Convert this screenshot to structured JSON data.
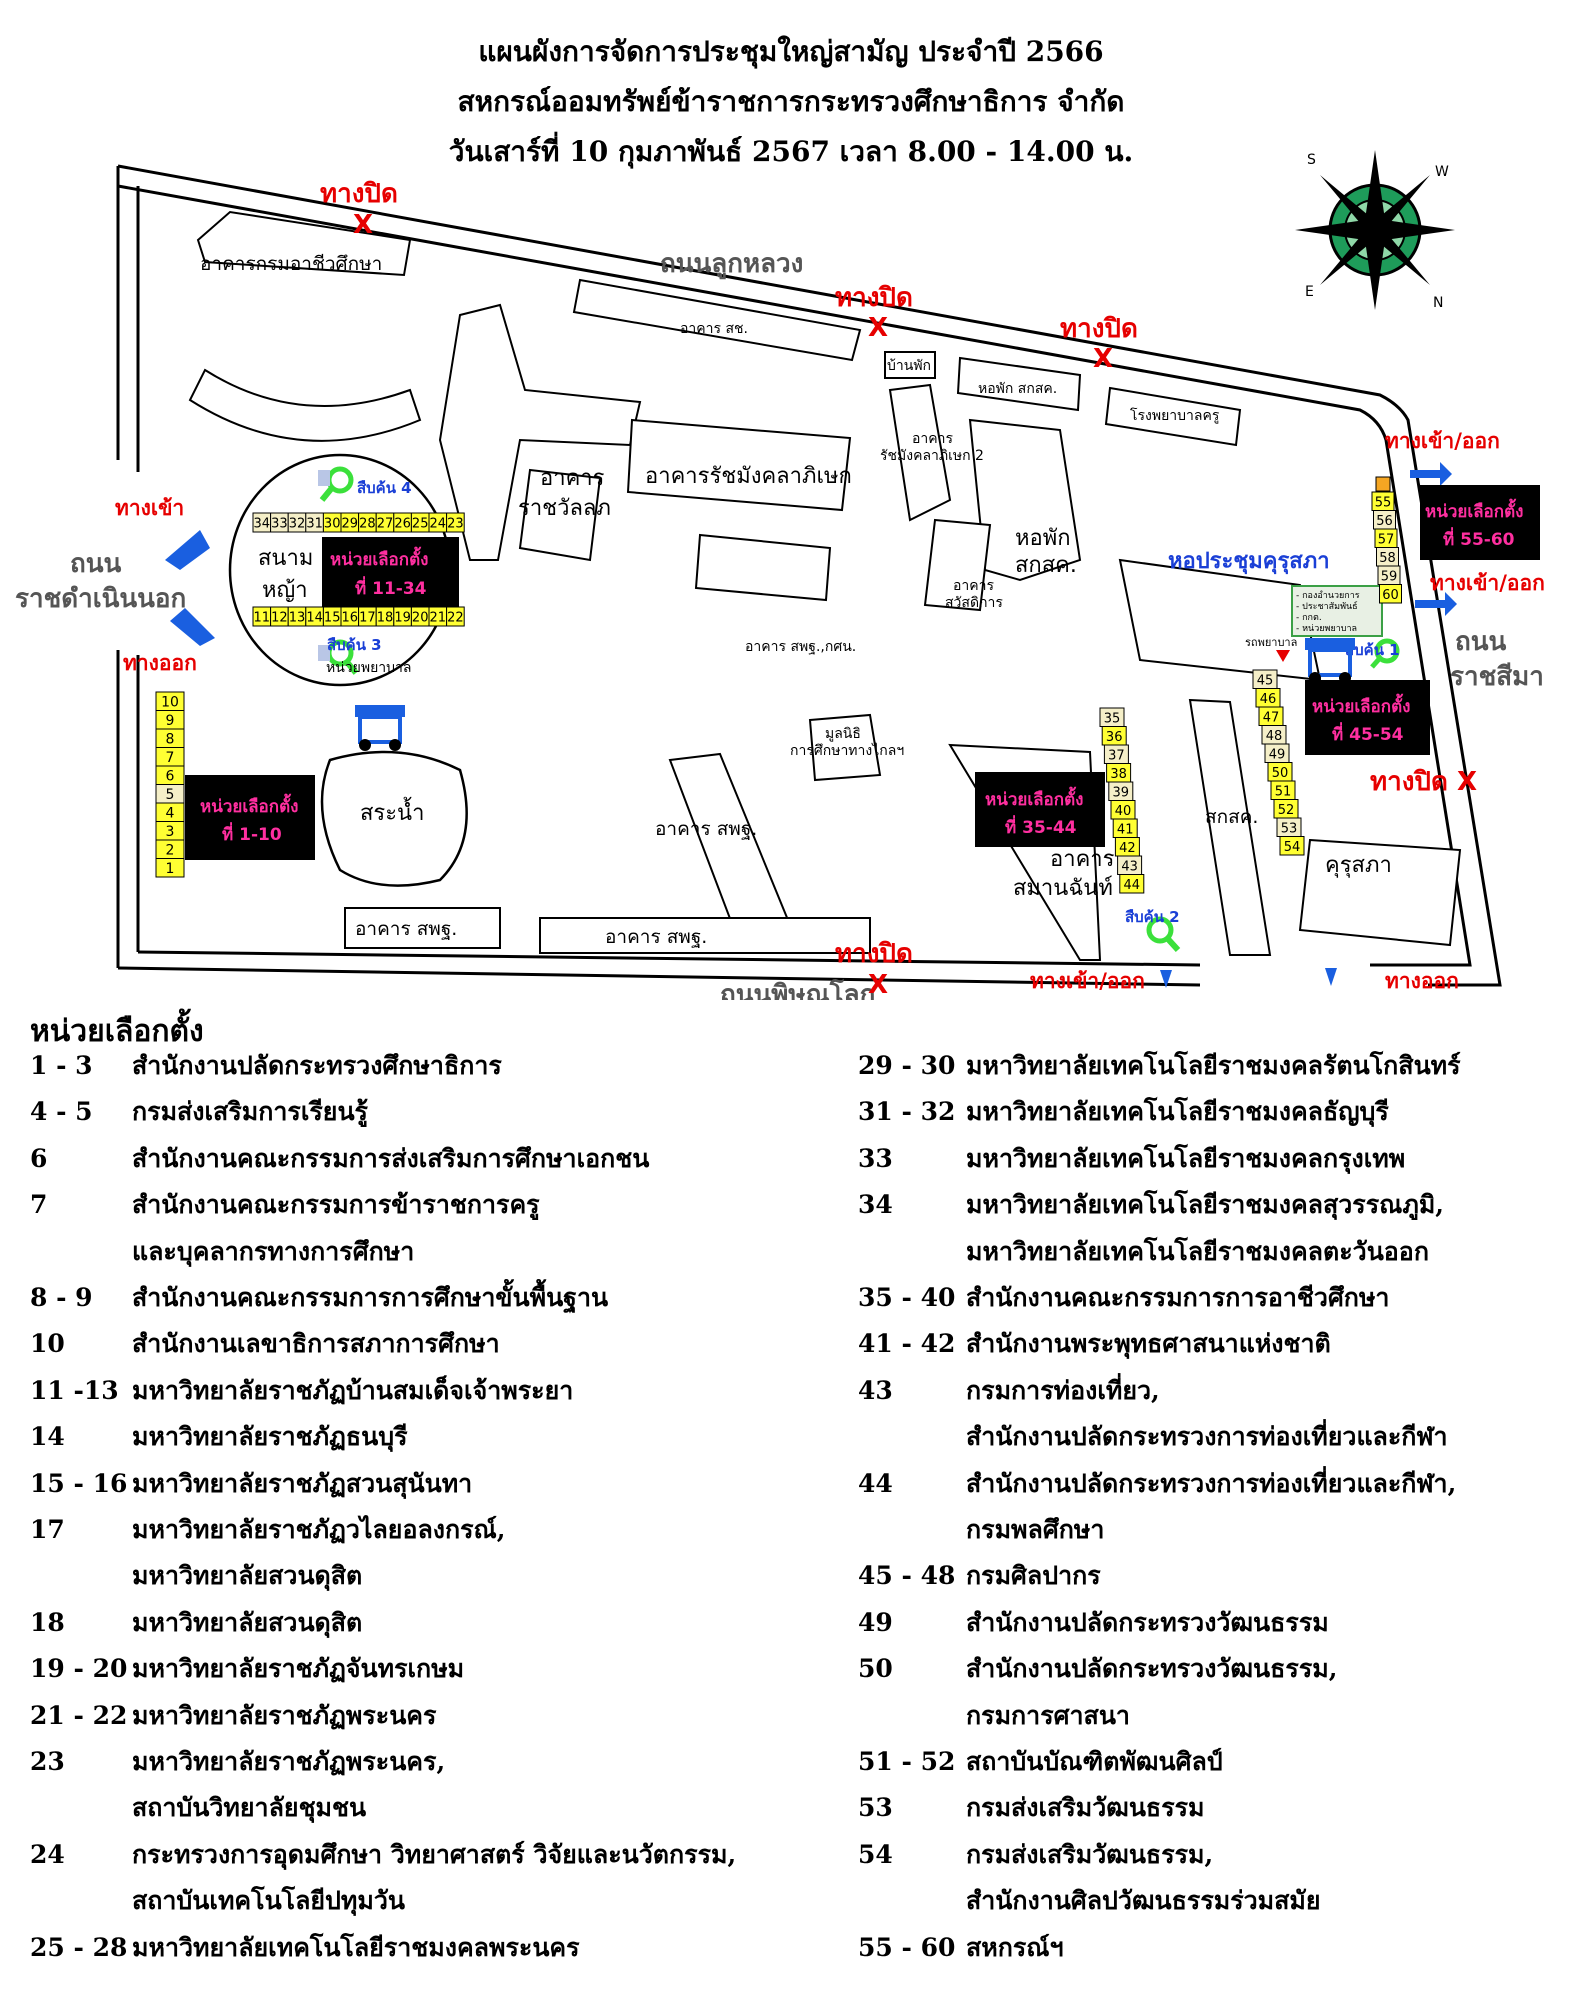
{
  "title": {
    "line1": "แผนผังการจัดการประชุมใหญ่สามัญ ประจำปี 2566",
    "line2": "สหกรณ์ออมทรัพย์ข้าราชการกระทรวงศึกษาธิการ จำกัด",
    "line3": "วันเสาร์ที่ 10 กุมภาพันธ์ 2567 เวลา 8.00 - 14.00 น."
  },
  "map": {
    "roads": {
      "top": "ถนนลูกหลวง",
      "bottom": "ถนนพิษณุโลก",
      "left_1": "ถนน",
      "left_2": "ราชดำเนินนอก",
      "right_1": "ถนน",
      "right_2": "ราชสีมา"
    },
    "closed_label": "ทางปิด",
    "gates": {
      "left_entry": "ทางเข้า",
      "left_exit": "ทางออก",
      "right_top": "ทางเข้า/ออก",
      "right_mid": "ทางเข้า/ออก",
      "bottom_entry": "ทางเข้า/ออก",
      "bottom_exit": "ทางออก"
    },
    "buildings": {
      "vocational": "อาคารกรมอาชีวศึกษา",
      "sor_chor": "อาคาร สช.",
      "residence": "บ้านพัก",
      "dorm_top": "หอพัก สกสค.",
      "hospital": "โรงพยาบาลครู",
      "rajamangala_1": "อาคาร",
      "rajamangala_2": "รัชมังคลาภิเษก 2",
      "rajamangala_main": "อาคารรัชมังคลาภิเษก",
      "ratchawallop_1": "อาคาร",
      "ratchawallop_2": "ราชวัลลภ",
      "dorm_mid_1": "หอพัก",
      "dorm_mid_2": "สกสค.",
      "sawasdikarn_1": "อาคาร",
      "sawasdikarn_2": "สวัสดิการ",
      "spt_ksn": "อาคาร สพฐ.,กศน.",
      "foundation_1": "มูลนิธิ",
      "foundation_2": "การศึกษาทางไกลฯ",
      "spt_mid": "อาคาร สพฐ.",
      "spt_bottom_left": "อาคาร สพฐ.",
      "spt_bottom_mid": "อาคาร สพฐ.",
      "samanchan_1": "อาคาร",
      "samanchan_2": "สมานฉันท์",
      "sorkorsorkor": "สกสค.",
      "kurusapha": "คุรุสภา",
      "hall": "หอประชุมคุรุสภา",
      "field_1": "สนาม",
      "field_2": "หญ้า",
      "pond": "สระน้ำ"
    },
    "info_1": "สืบค้น 1",
    "info_2": "สืบค้น 2",
    "info_3": "สืบค้น 3",
    "info_4": "สืบค้น 4",
    "nursing": "หน่วยพยาบาล",
    "ambulance": "รถพยาบาล",
    "booth_lines": [
      "- กองอำนวยการ",
      "- ประชาสัมพันธ์",
      "- กกต.",
      "- หน่วยพยาบาล"
    ],
    "units": {
      "u1_10": [
        "หน่วยเลือกตั้ง",
        "ที่ 1-10"
      ],
      "u11_34": [
        "หน่วยเลือกตั้ง",
        "ที่ 11-34"
      ],
      "u35_44": [
        "หน่วยเลือกตั้ง",
        "ที่ 35-44"
      ],
      "u45_54": [
        "หน่วยเลือกตั้ง",
        "ที่ 45-54"
      ],
      "u55_60": [
        "หน่วยเลือกตั้ง",
        "ที่ 55-60"
      ]
    },
    "boxes_left": [
      "10",
      "9",
      "8",
      "7",
      "6",
      "5",
      "4",
      "3",
      "2",
      "1"
    ],
    "boxes_top": [
      "34",
      "33",
      "32",
      "31",
      "30",
      "29",
      "28",
      "27",
      "26",
      "25",
      "24",
      "23"
    ],
    "boxes_bottom": [
      "11",
      "12",
      "13",
      "14",
      "15",
      "16",
      "17",
      "18",
      "19",
      "20",
      "21",
      "22"
    ],
    "boxes_35": [
      "35",
      "36",
      "37",
      "38",
      "39",
      "40",
      "41",
      "42",
      "43",
      "44"
    ],
    "boxes_45": [
      "45",
      "46",
      "47",
      "48",
      "49",
      "50",
      "51",
      "52",
      "53",
      "54"
    ],
    "boxes_55": [
      "55",
      "56",
      "57",
      "58",
      "59",
      "60"
    ],
    "compass": [
      "S",
      "W",
      "N",
      "E"
    ],
    "colors": {
      "closed": "#e60000",
      "arrow": "#1a5fe0",
      "box_yellow": "#ffff33",
      "box_beige": "#f5efc8",
      "unit_bg": "#000000",
      "unit_text": "#ff2fa0",
      "search_icon": "#3be03b"
    }
  },
  "legend": {
    "heading": "หน่วยเลือกตั้ง",
    "left": [
      {
        "num": "1 - 3",
        "lines": [
          "สำนักงานปลัดกระทรวงศึกษาธิการ"
        ]
      },
      {
        "num": "4 - 5",
        "lines": [
          "กรมส่งเสริมการเรียนรู้"
        ]
      },
      {
        "num": "6",
        "lines": [
          "สำนักงานคณะกรรมการส่งเสริมการศึกษาเอกชน"
        ]
      },
      {
        "num": "7",
        "lines": [
          "สำนักงานคณะกรรมการข้าราชการครู",
          "และบุคลากรทางการศึกษา"
        ]
      },
      {
        "num": "8 - 9",
        "lines": [
          "สำนักงานคณะกรรมการการศึกษาขั้นพื้นฐาน"
        ]
      },
      {
        "num": "10",
        "lines": [
          "สำนักงานเลขาธิการสภาการศึกษา"
        ]
      },
      {
        "num": "11 -13",
        "lines": [
          "มหาวิทยาลัยราชภัฏบ้านสมเด็จเจ้าพระยา"
        ]
      },
      {
        "num": "14",
        "lines": [
          "มหาวิทยาลัยราชภัฏธนบุรี"
        ]
      },
      {
        "num": "15 - 16",
        "lines": [
          "มหาวิทยาลัยราชภัฏสวนสุนันทา"
        ]
      },
      {
        "num": "17",
        "lines": [
          "มหาวิทยาลัยราชภัฏวไลยอลงกรณ์,",
          "มหาวิทยาลัยสวนดุสิต"
        ]
      },
      {
        "num": "18",
        "lines": [
          "มหาวิทยาลัยสวนดุสิต"
        ]
      },
      {
        "num": "19 - 20",
        "lines": [
          "มหาวิทยาลัยราชภัฏจันทรเกษม"
        ]
      },
      {
        "num": "21 - 22",
        "lines": [
          "มหาวิทยาลัยราชภัฏพระนคร"
        ]
      },
      {
        "num": "23",
        "lines": [
          "มหาวิทยาลัยราชภัฏพระนคร,",
          "สถาบันวิทยาลัยชุมชน"
        ]
      },
      {
        "num": "24",
        "lines": [
          "กระทรวงการอุดมศึกษา วิทยาศาสตร์ วิจัยและนวัตกรรม,",
          "สถาบันเทคโนโลยีปทุมวัน"
        ]
      },
      {
        "num": "25 - 28",
        "lines": [
          "มหาวิทยาลัยเทคโนโลยีราชมงคลพระนคร"
        ]
      }
    ],
    "right": [
      {
        "num": "29 - 30",
        "lines": [
          "มหาวิทยาลัยเทคโนโลยีราชมงคลรัตนโกสินทร์"
        ]
      },
      {
        "num": "31 - 32",
        "lines": [
          "มหาวิทยาลัยเทคโนโลยีราชมงคลธัญบุรี"
        ]
      },
      {
        "num": "33",
        "lines": [
          "มหาวิทยาลัยเทคโนโลยีราชมงคลกรุงเทพ"
        ]
      },
      {
        "num": "34",
        "lines": [
          "มหาวิทยาลัยเทคโนโลยีราชมงคลสุวรรณภูมิ,",
          "มหาวิทยาลัยเทคโนโลยีราชมงคลตะวันออก"
        ]
      },
      {
        "num": "35 - 40",
        "lines": [
          "สำนักงานคณะกรรมการการอาชีวศึกษา"
        ]
      },
      {
        "num": "41 - 42",
        "lines": [
          "สำนักงานพระพุทธศาสนาแห่งชาติ"
        ]
      },
      {
        "num": "43",
        "lines": [
          "กรมการท่องเที่ยว,",
          "สำนักงานปลัดกระทรวงการท่องเที่ยวและกีฬา"
        ]
      },
      {
        "num": "44",
        "lines": [
          "สำนักงานปลัดกระทรวงการท่องเที่ยวและกีฬา,",
          "กรมพลศึกษา"
        ]
      },
      {
        "num": "45 - 48",
        "lines": [
          "กรมศิลปากร"
        ]
      },
      {
        "num": "49",
        "lines": [
          "สำนักงานปลัดกระทรวงวัฒนธรรม"
        ]
      },
      {
        "num": "50",
        "lines": [
          "สำนักงานปลัดกระทรวงวัฒนธรรม,",
          "กรมการศาสนา"
        ]
      },
      {
        "num": "51 - 52",
        "lines": [
          "สถาบันบัณฑิตพัฒนศิลป์"
        ]
      },
      {
        "num": "53",
        "lines": [
          "กรมส่งเสริมวัฒนธรรม"
        ]
      },
      {
        "num": "54",
        "lines": [
          "กรมส่งเสริมวัฒนธรรม,",
          "สำนักงานศิลปวัฒนธรรมร่วมสมัย"
        ]
      },
      {
        "num": "55 - 60",
        "lines": [
          "สหกรณ์ฯ"
        ]
      }
    ]
  }
}
